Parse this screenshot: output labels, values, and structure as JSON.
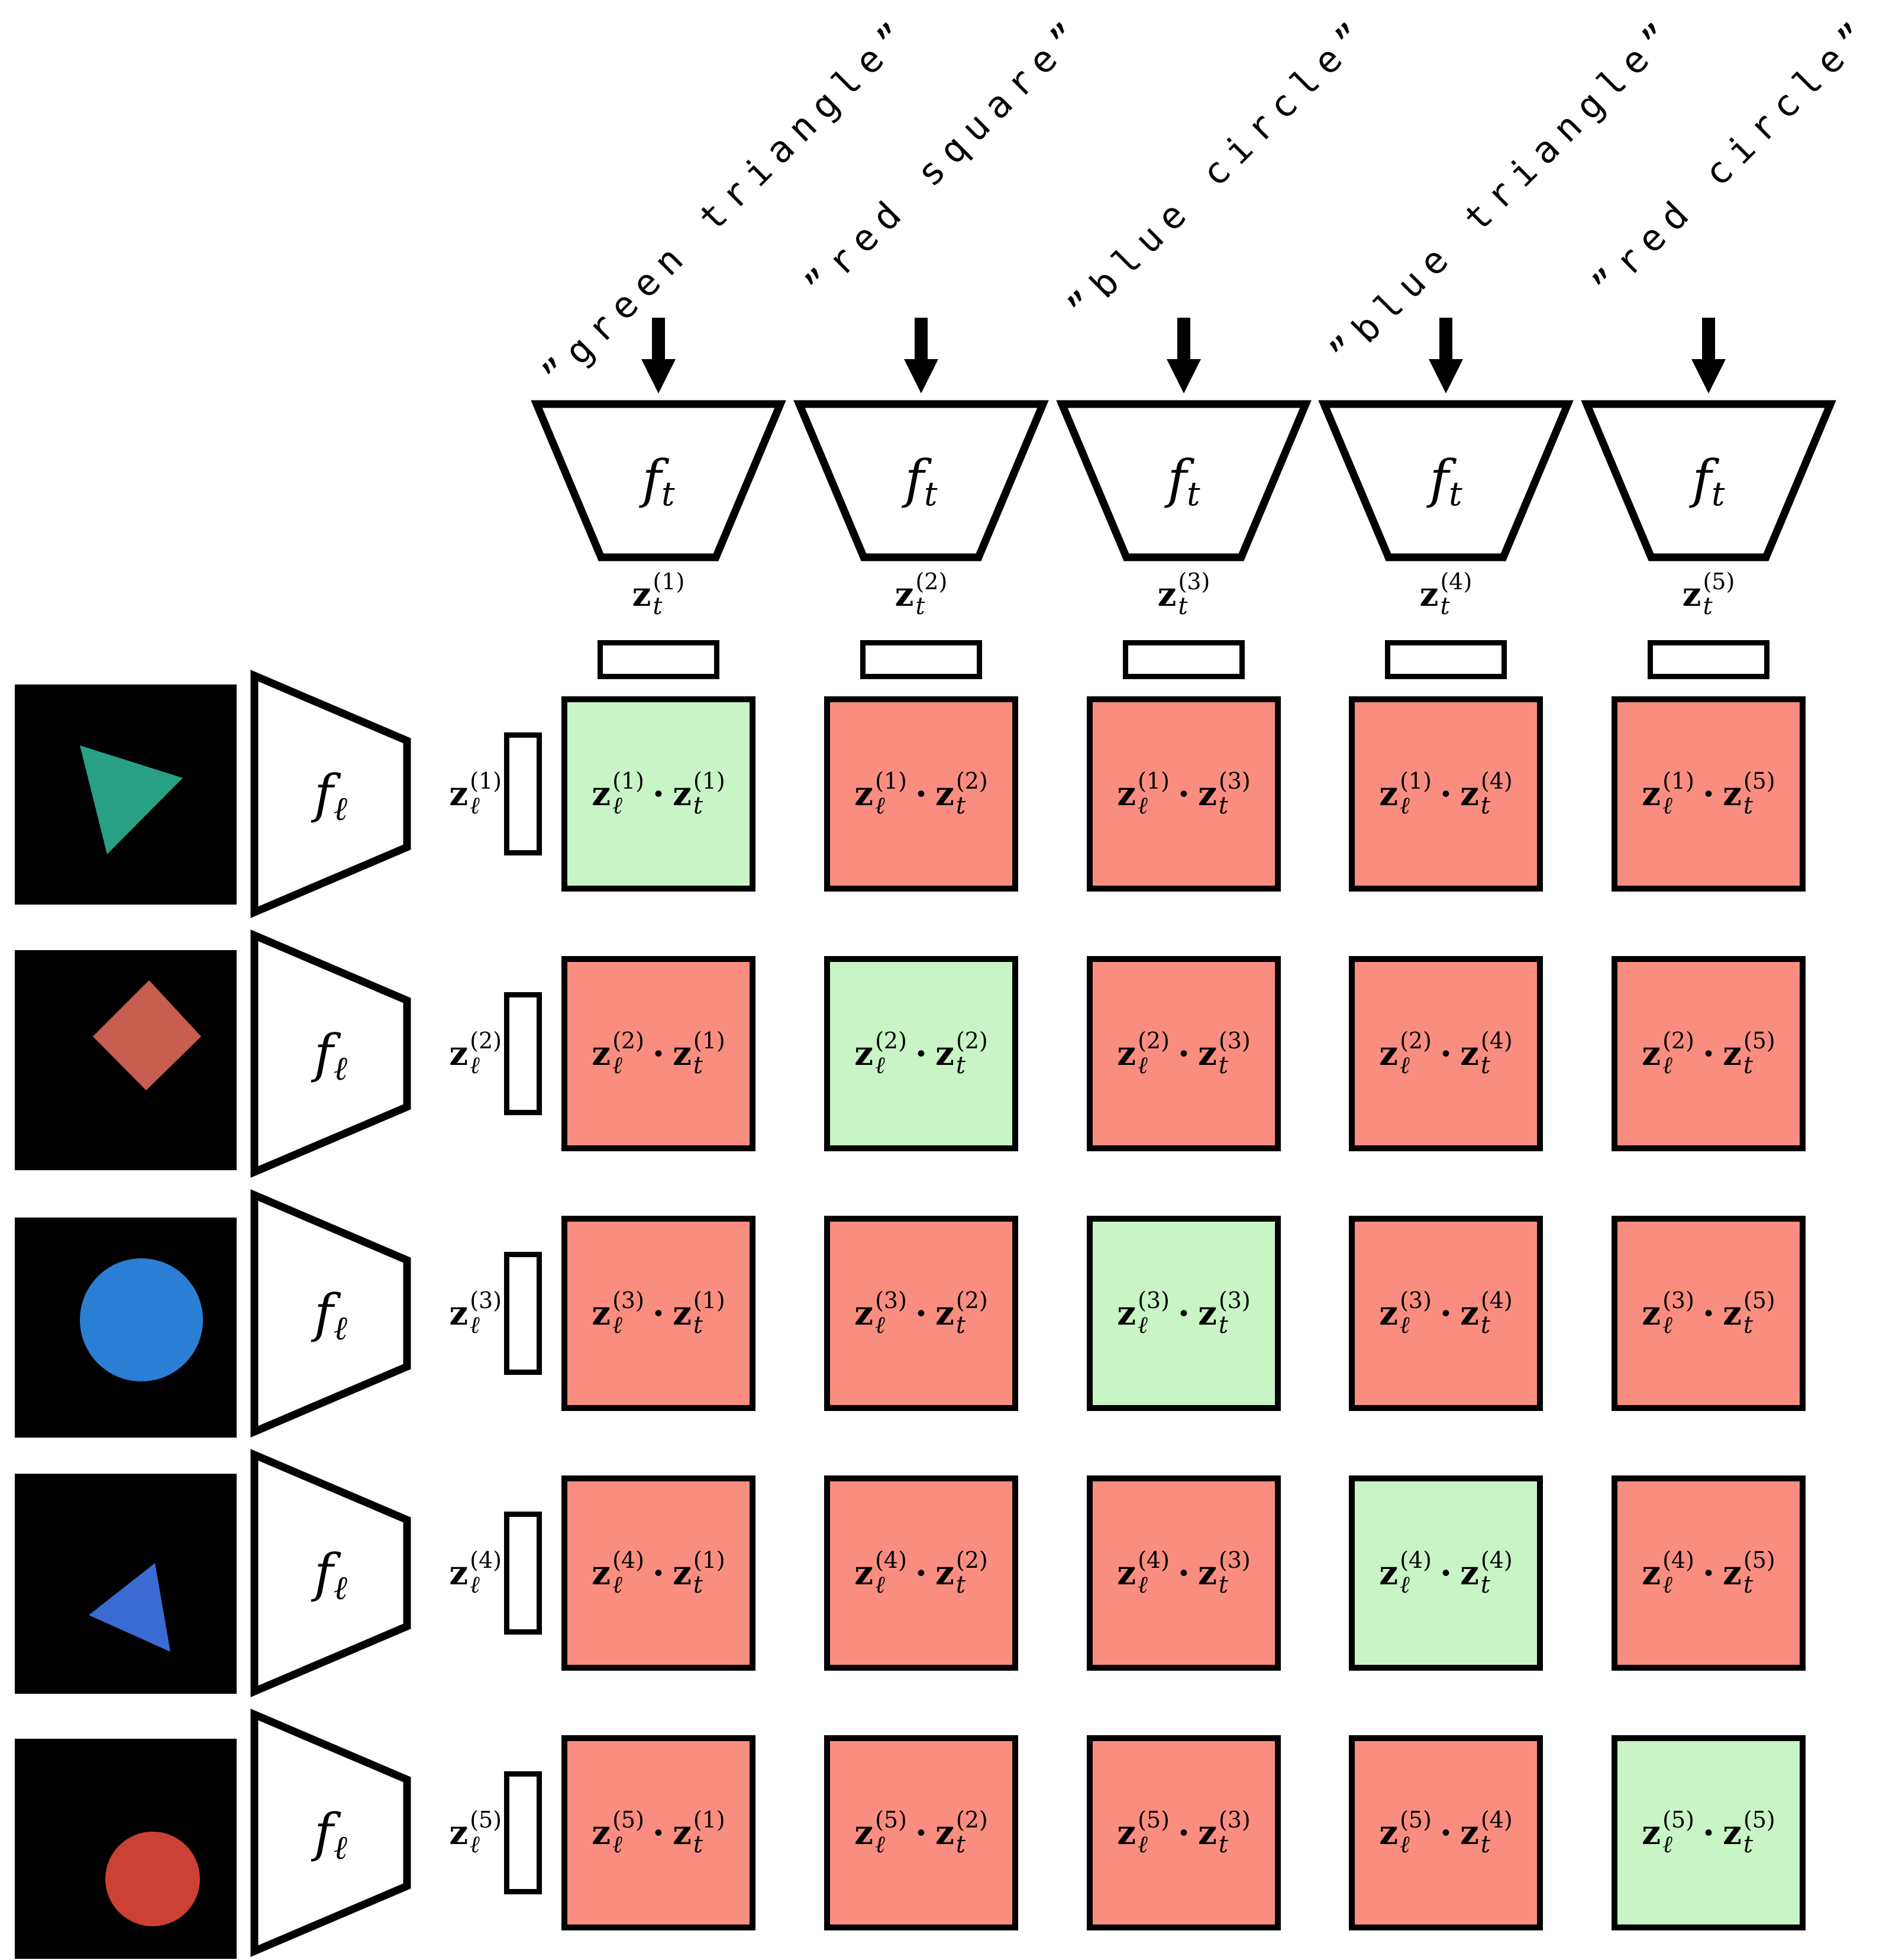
{
  "symbols": {
    "z": "z",
    "dot": "·",
    "image_sub": "ℓ",
    "text_sub": "t"
  },
  "colors": {
    "match_cell": "#c9f4c5",
    "mismatch_cell": "#f98d80",
    "image_background": "#000000",
    "stroke": "#000000",
    "encoder_fill": "#ffffff"
  },
  "text_encoders": {
    "function_label": {
      "base": "f",
      "sub": "t"
    },
    "columns": [
      {
        "index": 1,
        "prompt": "”green triangle”",
        "embedding_sup": "(1)"
      },
      {
        "index": 2,
        "prompt": "”red square”",
        "embedding_sup": "(2)"
      },
      {
        "index": 3,
        "prompt": "”blue circle”",
        "embedding_sup": "(3)"
      },
      {
        "index": 4,
        "prompt": "”blue triangle”",
        "embedding_sup": "(4)"
      },
      {
        "index": 5,
        "prompt": "”red circle”",
        "embedding_sup": "(5)"
      }
    ]
  },
  "image_encoders": {
    "function_label": {
      "base": "f",
      "sub": "ℓ"
    },
    "rows": [
      {
        "index": 1,
        "description": "green triangle",
        "icon": "triangle-icon",
        "shape": "triangle-right",
        "color": "#27a083",
        "embedding_sup": "(1)"
      },
      {
        "index": 2,
        "description": "red square",
        "icon": "diamond-icon",
        "shape": "diamond",
        "color": "#c75e50",
        "embedding_sup": "(2)"
      },
      {
        "index": 3,
        "description": "blue circle",
        "icon": "circle-icon",
        "shape": "circle",
        "color": "#2a7fd4",
        "embedding_sup": "(3)"
      },
      {
        "index": 4,
        "description": "blue triangle",
        "icon": "triangle-icon",
        "shape": "triangle-left",
        "color": "#3a6bd3",
        "embedding_sup": "(4)"
      },
      {
        "index": 5,
        "description": "red circle",
        "icon": "circle-icon",
        "shape": "circle",
        "color": "#cb4134",
        "embedding_sup": "(5)"
      }
    ]
  },
  "similarity_matrix": {
    "cells": [
      {
        "row": 1,
        "col": 1,
        "expression": "z_ℓ^(1) · z_t^(1)",
        "match": true
      },
      {
        "row": 1,
        "col": 2,
        "expression": "z_ℓ^(1) · z_t^(2)",
        "match": false
      },
      {
        "row": 1,
        "col": 3,
        "expression": "z_ℓ^(1) · z_t^(3)",
        "match": false
      },
      {
        "row": 1,
        "col": 4,
        "expression": "z_ℓ^(1) · z_t^(4)",
        "match": false
      },
      {
        "row": 1,
        "col": 5,
        "expression": "z_ℓ^(1) · z_t^(5)",
        "match": false
      },
      {
        "row": 2,
        "col": 1,
        "expression": "z_ℓ^(2) · z_t^(1)",
        "match": false
      },
      {
        "row": 2,
        "col": 2,
        "expression": "z_ℓ^(2) · z_t^(2)",
        "match": true
      },
      {
        "row": 2,
        "col": 3,
        "expression": "z_ℓ^(2) · z_t^(3)",
        "match": false
      },
      {
        "row": 2,
        "col": 4,
        "expression": "z_ℓ^(2) · z_t^(4)",
        "match": false
      },
      {
        "row": 2,
        "col": 5,
        "expression": "z_ℓ^(2) · z_t^(5)",
        "match": false
      },
      {
        "row": 3,
        "col": 1,
        "expression": "z_ℓ^(3) · z_t^(1)",
        "match": false
      },
      {
        "row": 3,
        "col": 2,
        "expression": "z_ℓ^(3) · z_t^(2)",
        "match": false
      },
      {
        "row": 3,
        "col": 3,
        "expression": "z_ℓ^(3) · z_t^(3)",
        "match": true
      },
      {
        "row": 3,
        "col": 4,
        "expression": "z_ℓ^(3) · z_t^(4)",
        "match": false
      },
      {
        "row": 3,
        "col": 5,
        "expression": "z_ℓ^(3) · z_t^(5)",
        "match": false
      },
      {
        "row": 4,
        "col": 1,
        "expression": "z_ℓ^(4) · z_t^(1)",
        "match": false
      },
      {
        "row": 4,
        "col": 2,
        "expression": "z_ℓ^(4) · z_t^(2)",
        "match": false
      },
      {
        "row": 4,
        "col": 3,
        "expression": "z_ℓ^(4) · z_t^(3)",
        "match": false
      },
      {
        "row": 4,
        "col": 4,
        "expression": "z_ℓ^(4) · z_t^(4)",
        "match": true
      },
      {
        "row": 4,
        "col": 5,
        "expression": "z_ℓ^(4) · z_t^(5)",
        "match": false
      },
      {
        "row": 5,
        "col": 1,
        "expression": "z_ℓ^(5) · z_t^(1)",
        "match": false
      },
      {
        "row": 5,
        "col": 2,
        "expression": "z_ℓ^(5) · z_t^(2)",
        "match": false
      },
      {
        "row": 5,
        "col": 3,
        "expression": "z_ℓ^(5) · z_t^(3)",
        "match": false
      },
      {
        "row": 5,
        "col": 4,
        "expression": "z_ℓ^(5) · z_t^(4)",
        "match": false
      },
      {
        "row": 5,
        "col": 5,
        "expression": "z_ℓ^(5) · z_t^(5)",
        "match": true
      }
    ]
  }
}
